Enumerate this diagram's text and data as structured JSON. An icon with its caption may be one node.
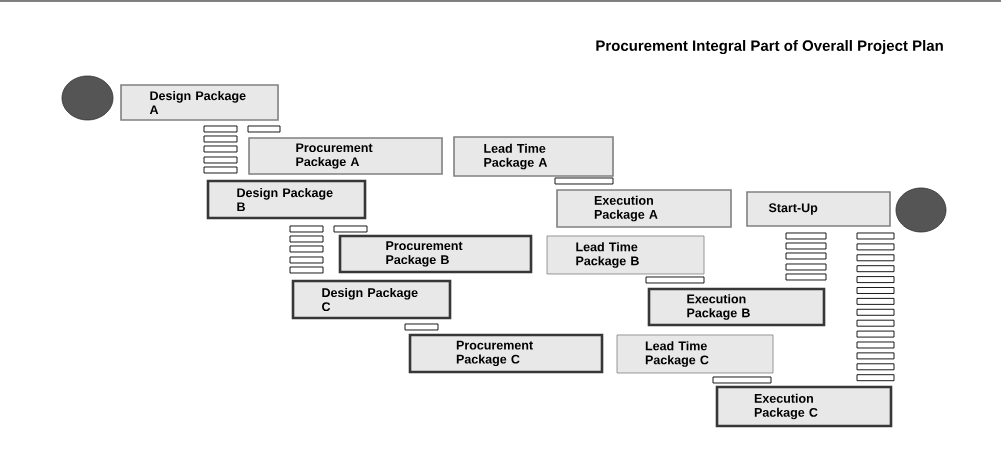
{
  "diagram": {
    "title": "Procurement Integral Part of Overall Project Plan",
    "nodes": [
      {
        "text": [],
        "shape": "circle"
      },
      {
        "text": [
          "Design Package A"
        ]
      },
      {
        "text": [
          "Procurement Package A"
        ]
      },
      {
        "text": [
          "Lead Time Package A"
        ]
      },
      {
        "text": [
          "Design Package B"
        ]
      },
      {
        "text": [
          "Execution Package A"
        ]
      },
      {
        "text": [
          "Start-Up"
        ]
      },
      {
        "text": [],
        "shape": "circle"
      },
      {
        "text": [
          "Procurement Package B"
        ]
      },
      {
        "text": [
          "Lead Time Package B"
        ]
      },
      {
        "text": [
          "Design Package C"
        ]
      },
      {
        "text": [
          "Execution Package B"
        ]
      },
      {
        "text": [
          "Procurement Package C"
        ]
      },
      {
        "text": [
          "Lead Time Package C"
        ]
      },
      {
        "text": [
          "Execution Package C"
        ]
      }
    ],
    "edges": []
  }
}
